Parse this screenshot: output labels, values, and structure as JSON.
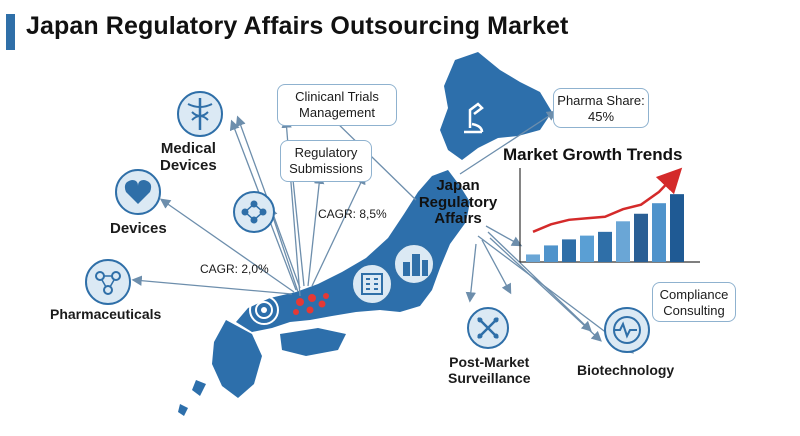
{
  "title": "Japan Regulatory Affairs Outsourcing Market",
  "center_label": [
    "Japan",
    "Regulatory",
    "Affairs"
  ],
  "segments": {
    "medical_devices": [
      "Medical",
      "Devices"
    ],
    "devices": "Devices",
    "pharmaceuticals": "Pharmaceuticals",
    "post_market": [
      "Post-Market",
      "Surveillance"
    ],
    "biotechnology": "Biotechnology"
  },
  "callouts": {
    "clinical_trials": [
      "Clinicanl Trials",
      "Management"
    ],
    "regulatory_submissions": [
      "Regulatory",
      "Submissions"
    ],
    "pharma_share": [
      "Pharma Share:",
      "45%"
    ],
    "compliance": [
      "Compliance",
      "Consulting"
    ]
  },
  "cagr_labels": {
    "upper": "CAGR: 8,5%",
    "lower": "CAGR: 2,0%"
  },
  "colors": {
    "accent": "#2f6fa8",
    "map": "#2d6fab",
    "map_dark": "#1f5a94",
    "trend": "#d42a2a",
    "hub": "#e53935"
  },
  "chart_data": {
    "type": "bar",
    "title": "Market Growth Trends",
    "xlabel": "",
    "ylabel": "",
    "categories": [
      "",
      "",
      "",
      "",
      "",
      "",
      "",
      "",
      ""
    ],
    "values": [
      10,
      22,
      30,
      35,
      40,
      54,
      64,
      78,
      90
    ],
    "trend": [
      40,
      50,
      56,
      58,
      60,
      70,
      76,
      93,
      118
    ],
    "ylim": [
      0,
      130
    ],
    "grid": false,
    "legend": "none"
  }
}
